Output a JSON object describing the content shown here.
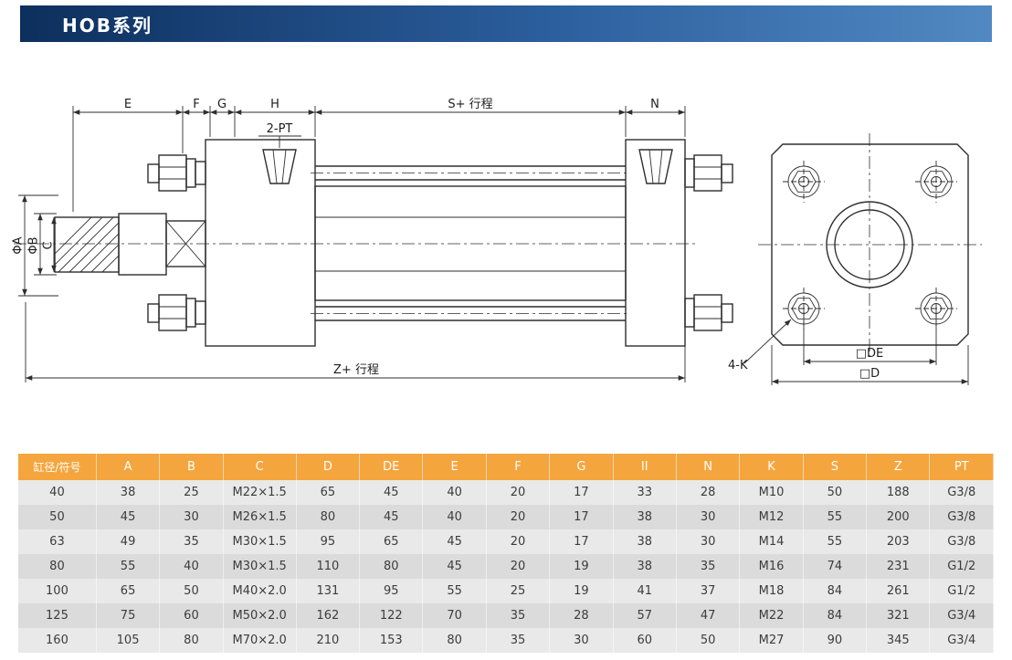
{
  "page_title": "HOB系列",
  "drawing": {
    "dims": {
      "e": "E",
      "f": "F",
      "g": "G",
      "h": "H",
      "s_stroke": "S+ 行程",
      "n": "N",
      "port": "2-PT",
      "phi_a": "ΦA",
      "phi_b": "ΦB",
      "c": "C",
      "z_stroke": "Z+ 行程",
      "bolts": "4-K",
      "de": "□DE",
      "d": "□D"
    }
  },
  "table": {
    "headers": [
      "缸径/符号",
      "A",
      "B",
      "C",
      "D",
      "DE",
      "E",
      "F",
      "G",
      "II",
      "N",
      "K",
      "S",
      "Z",
      "PT"
    ],
    "rows": [
      [
        "40",
        "38",
        "25",
        "M22×1.5",
        "65",
        "45",
        "40",
        "20",
        "17",
        "33",
        "28",
        "M10",
        "50",
        "188",
        "G3/8"
      ],
      [
        "50",
        "45",
        "30",
        "M26×1.5",
        "80",
        "45",
        "40",
        "20",
        "17",
        "38",
        "30",
        "M12",
        "55",
        "200",
        "G3/8"
      ],
      [
        "63",
        "49",
        "35",
        "M30×1.5",
        "95",
        "65",
        "45",
        "20",
        "17",
        "38",
        "30",
        "M14",
        "55",
        "203",
        "G3/8"
      ],
      [
        "80",
        "55",
        "40",
        "M30×1.5",
        "110",
        "80",
        "45",
        "20",
        "19",
        "38",
        "35",
        "M16",
        "74",
        "231",
        "G1/2"
      ],
      [
        "100",
        "65",
        "50",
        "M40×2.0",
        "131",
        "95",
        "55",
        "25",
        "19",
        "41",
        "37",
        "M18",
        "84",
        "261",
        "G1/2"
      ],
      [
        "125",
        "75",
        "60",
        "M50×2.0",
        "162",
        "122",
        "70",
        "35",
        "28",
        "57",
        "47",
        "M22",
        "84",
        "321",
        "G3/4"
      ],
      [
        "160",
        "105",
        "80",
        "M70×2.0",
        "210",
        "153",
        "80",
        "35",
        "30",
        "60",
        "50",
        "M27",
        "90",
        "345",
        "G3/4"
      ]
    ]
  },
  "colors": {
    "header_grad_1": "#0d2f5d",
    "header_grad_2": "#2c5f9e",
    "header_grad_3": "#5189c2",
    "table_header_bg": "#f5a53e",
    "row_odd": "#e9e9e9",
    "row_even": "#dbdbdb"
  }
}
